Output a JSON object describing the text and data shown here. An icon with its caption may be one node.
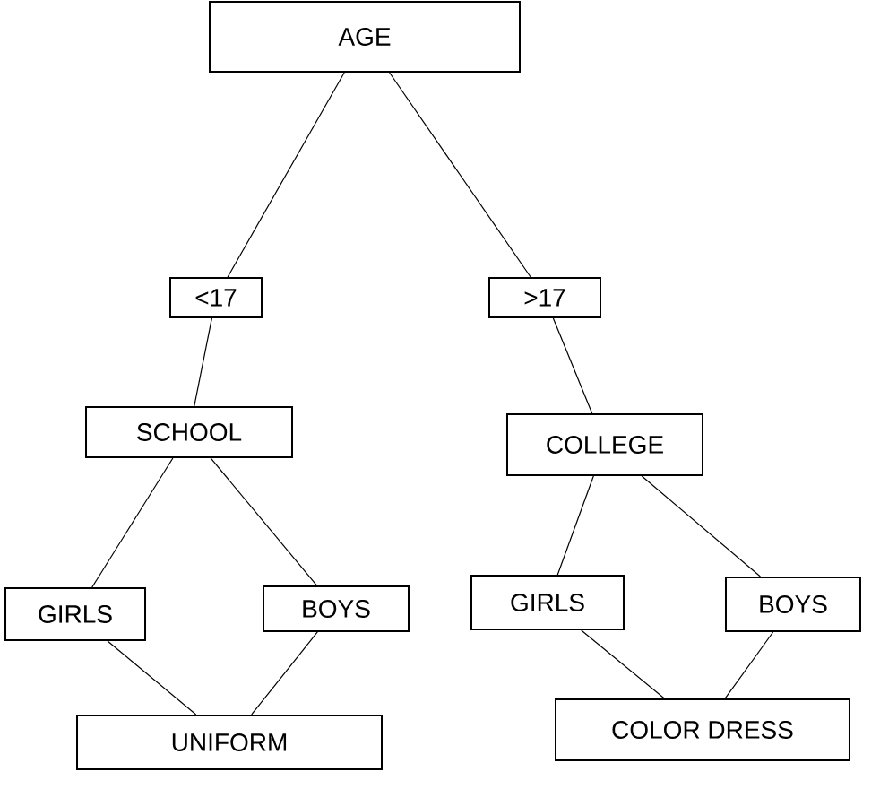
{
  "diagram": {
    "nodes": [
      {
        "text": [
          "AGE"
        ]
      },
      {
        "text": [
          "<17"
        ]
      },
      {
        "text": [
          ">17"
        ]
      },
      {
        "text": [
          "SCHOOL"
        ]
      },
      {
        "text": [
          "COLLEGE"
        ]
      },
      {
        "text": [
          "GIRLS"
        ]
      },
      {
        "text": [
          "BOYS"
        ]
      },
      {
        "text": [
          "GIRLS"
        ]
      },
      {
        "text": [
          "BOYS"
        ]
      },
      {
        "text": [
          "UNIFORM"
        ]
      },
      {
        "text": [
          "COLOR DRESS"
        ]
      }
    ],
    "edges": [
      {
        "from": 0,
        "to": 1,
        "arrow": "none"
      },
      {
        "from": 0,
        "to": 2,
        "arrow": "none"
      },
      {
        "from": 1,
        "to": 3,
        "arrow": "none"
      },
      {
        "from": 2,
        "to": 4,
        "arrow": "none"
      },
      {
        "from": 3,
        "to": 5,
        "arrow": "none"
      },
      {
        "from": 3,
        "to": 6,
        "arrow": "none"
      },
      {
        "from": 4,
        "to": 7,
        "arrow": "none"
      },
      {
        "from": 4,
        "to": 8,
        "arrow": "none"
      },
      {
        "from": 5,
        "to": 9,
        "arrow": "none"
      },
      {
        "from": 6,
        "to": 9,
        "arrow": "none"
      },
      {
        "from": 7,
        "to": 10,
        "arrow": "none"
      },
      {
        "from": 8,
        "to": 10,
        "arrow": "none"
      }
    ]
  }
}
